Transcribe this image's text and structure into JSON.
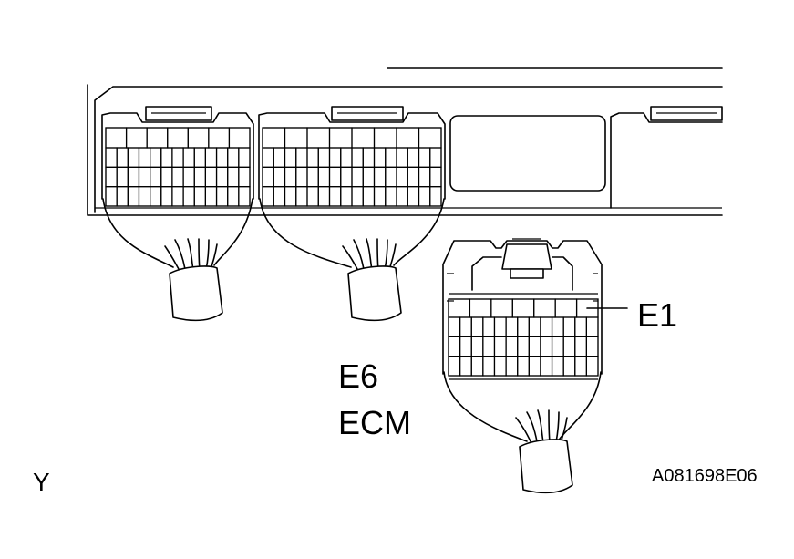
{
  "labels": {
    "connector_pin": "E1",
    "connector_id": "E6",
    "component": "ECM",
    "view_marker": "Y",
    "figure_code": "A081698E06"
  }
}
